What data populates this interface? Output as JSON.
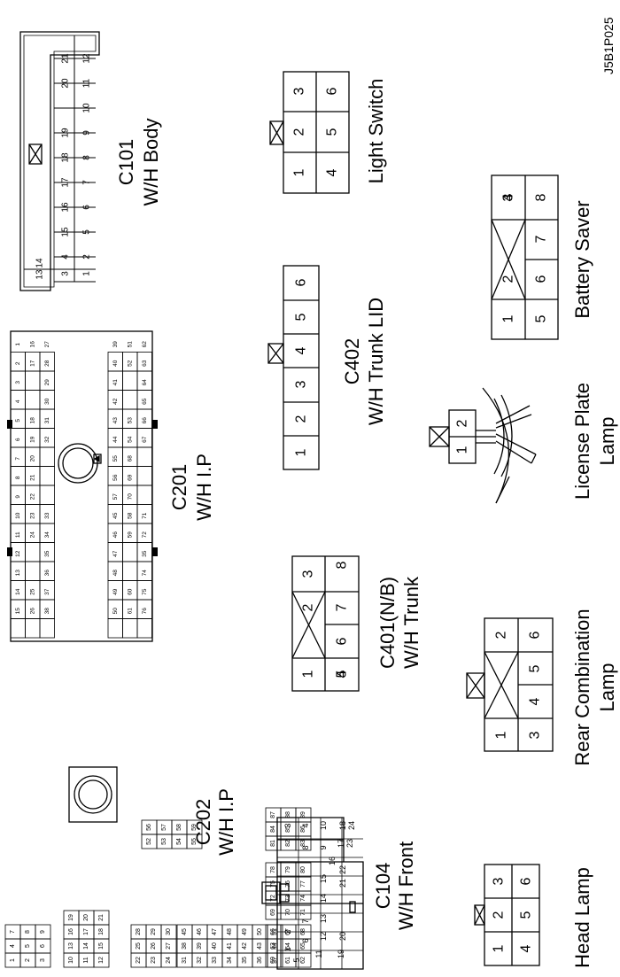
{
  "figure_id": "J5B1P025",
  "connectors": {
    "c101": {
      "id": "C101",
      "name": "W/H Body",
      "pins_row_a": [
        "1",
        "2",
        "5",
        "6",
        "7",
        "8",
        "9",
        "10",
        "11",
        "12"
      ],
      "pins_row_b": [
        "3",
        "4",
        "15",
        "16",
        "17",
        "18",
        "19",
        "",
        "20",
        "21"
      ],
      "pins_row_c": [
        "13",
        "14"
      ]
    },
    "c201": {
      "id": "C201",
      "name": "W/H I.P",
      "left_pins": [
        [
          "1",
          "2",
          "3",
          "4",
          "5",
          "6",
          "7",
          "8",
          "9",
          "10",
          "11",
          "12",
          "13",
          "14",
          "15"
        ],
        [
          "16",
          "17",
          "",
          "",
          "18",
          "19",
          "20",
          "21",
          "22",
          "23",
          "24",
          "",
          "",
          "25",
          "26"
        ],
        [
          "27",
          "28",
          "29",
          "30",
          "31",
          "32",
          "",
          "",
          "",
          "33",
          "34",
          "35",
          "36",
          "37",
          "38"
        ]
      ],
      "right_pins": [
        [
          "39",
          "40",
          "41",
          "42",
          "43",
          "44",
          "55",
          "56",
          "57",
          "45",
          "46",
          "47",
          "48",
          "49",
          "50"
        ],
        [
          "51",
          "52",
          "",
          "",
          "53",
          "54",
          "68",
          "69",
          "70",
          "58",
          "59",
          "",
          "",
          "60",
          "61"
        ],
        [
          "62",
          "63",
          "64",
          "65",
          "66",
          "67",
          "",
          "",
          "",
          "71",
          "72",
          "35",
          "74",
          "75",
          "76"
        ]
      ]
    },
    "c202": {
      "id": "C202",
      "name": "W/H I.P",
      "blocks": [
        [
          [
            "1",
            "2",
            "3"
          ],
          [
            "4",
            "5",
            "6"
          ],
          [
            "7",
            "8",
            "9"
          ]
        ],
        [
          [
            "10",
            "11",
            "12"
          ],
          [
            "13",
            "14",
            "15"
          ],
          [
            "16",
            "17",
            "18"
          ],
          [
            "19",
            "20",
            "21"
          ]
        ],
        [
          [
            "22",
            "23",
            "24"
          ],
          [
            "25",
            "26",
            "27"
          ],
          [
            "28",
            "29",
            "30"
          ]
        ],
        [
          [
            "31",
            "32",
            "33",
            "34",
            "35",
            "36",
            "37"
          ],
          [
            "38",
            "39",
            "40",
            "41",
            "42",
            "43",
            "44"
          ],
          [
            "45",
            "46",
            "47",
            "48",
            "49",
            "50",
            "51"
          ]
        ],
        [
          [
            "52",
            "53",
            "54",
            "55"
          ],
          [
            "56",
            "57",
            "58",
            "59"
          ]
        ],
        [
          [
            "60",
            "61",
            "62"
          ],
          [
            "63",
            "64",
            "65"
          ],
          [
            "66",
            "67",
            "68"
          ]
        ],
        [
          [
            "69",
            "70",
            "71"
          ],
          [
            "72",
            "73",
            "74"
          ],
          [
            "75",
            "76",
            "77"
          ],
          [
            "78",
            "79",
            "80"
          ]
        ],
        [
          [
            "81",
            "82",
            "83"
          ],
          [
            "84",
            "85",
            "86"
          ],
          [
            "87",
            "88",
            "89"
          ]
        ]
      ]
    },
    "c104": {
      "id": "C104",
      "name": "W/H Front",
      "pins": [
        "1",
        "2",
        "3",
        "4",
        "5",
        "6",
        "7",
        "8",
        "9",
        "10",
        "11",
        "12",
        "13",
        "14",
        "15",
        "16",
        "17",
        "18",
        "19",
        "20",
        "21",
        "22",
        "23",
        "24"
      ]
    },
    "c402": {
      "id": "C402",
      "name": "W/H Trunk LID",
      "pins": [
        "1",
        "2",
        "3",
        "4",
        "5",
        "6"
      ]
    },
    "c401": {
      "id": "C401(N/B)",
      "name": "W/H Trunk",
      "pins": [
        "1",
        "2",
        "3",
        "4",
        "5",
        "6",
        "7",
        "8"
      ]
    },
    "light_switch": {
      "name": "Light Switch",
      "pins": [
        "1",
        "2",
        "3",
        "4",
        "5",
        "6"
      ]
    },
    "battery_saver": {
      "name": "Battery Saver",
      "pins": [
        "1",
        "2",
        "3",
        "4",
        "5",
        "6",
        "7",
        "8"
      ]
    },
    "license_plate_lamp": {
      "name_line1": "License Plate",
      "name_line2": "Lamp",
      "pins": [
        "1",
        "2"
      ]
    },
    "rear_combination_lamp": {
      "name_line1": "Rear Combination",
      "name_line2": "Lamp",
      "pins": [
        "1",
        "2",
        "3",
        "4",
        "5",
        "6"
      ]
    },
    "head_lamp": {
      "name": "Head Lamp",
      "pins": [
        "1",
        "2",
        "3",
        "4",
        "5",
        "6"
      ]
    }
  }
}
